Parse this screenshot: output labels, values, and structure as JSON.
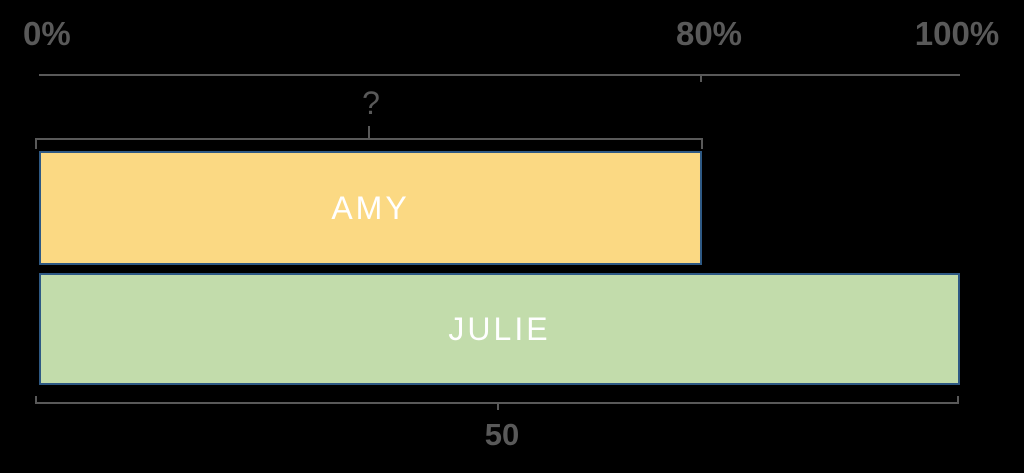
{
  "colors": {
    "background": "#000000",
    "label_gray": "#595959",
    "axis_gray": "#595959",
    "bar_border_blue": "#2E5984",
    "amy_fill": "#FBD983",
    "julie_fill": "#C2DCAB",
    "bar_text_white": "#FFFFFF"
  },
  "scale": {
    "label_0": "0%",
    "label_80": "80%",
    "label_100": "100%"
  },
  "amy": {
    "label": "AMY",
    "bracket_label": "?"
  },
  "julie": {
    "label": "JULIE",
    "bracket_label": "50"
  },
  "chart_data": {
    "type": "bar",
    "orientation": "horizontal",
    "categories": [
      "AMY",
      "JULIE"
    ],
    "values": [
      80,
      100
    ],
    "value_unit": "percent",
    "axis": {
      "tick_labels": [
        "0%",
        "80%",
        "100%"
      ],
      "range": [
        0,
        100
      ]
    },
    "annotations": [
      {
        "target": "AMY",
        "label": "?",
        "position": "bracket-above",
        "span_percent": [
          0,
          80
        ]
      },
      {
        "target": "JULIE",
        "label": "50",
        "position": "bracket-below",
        "span_percent": [
          0,
          100
        ]
      }
    ],
    "series_colors": {
      "AMY": "#FBD983",
      "JULIE": "#C2DCAB"
    },
    "title": "",
    "legend": "none",
    "grid": "off"
  }
}
